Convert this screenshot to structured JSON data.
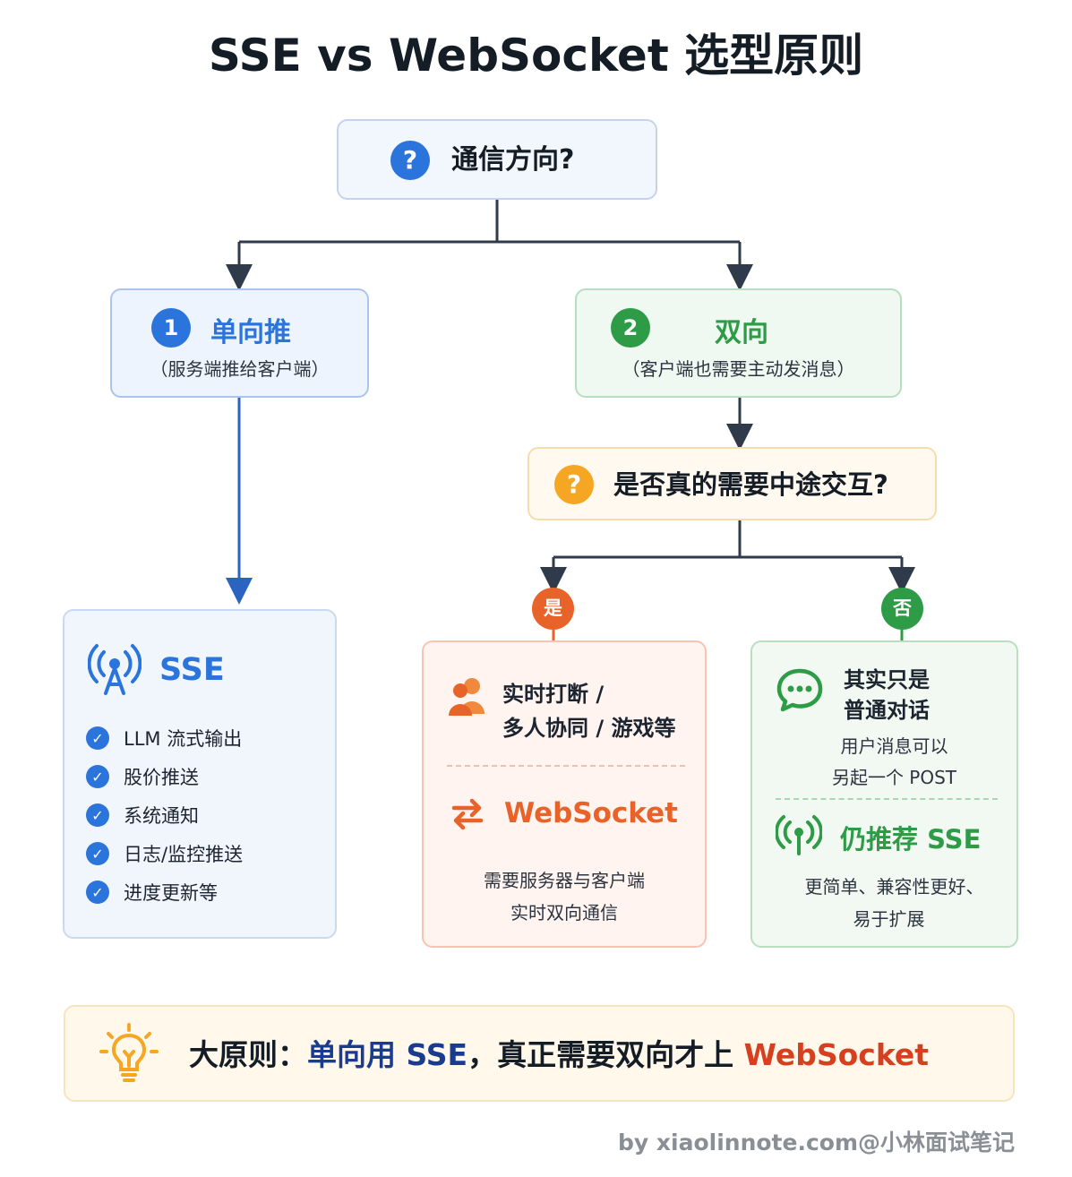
{
  "title": "SSE vs WebSocket 选型原则",
  "question1": {
    "icon": "question-icon",
    "label": "通信方向?"
  },
  "option1": {
    "number": "1",
    "label": "单向推",
    "desc": "（服务端推给客户端）"
  },
  "option2": {
    "number": "2",
    "label": "双向",
    "desc": "（客户端也需要主动发消息）"
  },
  "question2": {
    "icon": "question-icon",
    "label": "是否真的需要中途交互?"
  },
  "branch_yes": "是",
  "branch_no": "否",
  "sse_card": {
    "icon": "antenna-icon",
    "title": "SSE",
    "items": [
      "LLM 流式输出",
      "股价推送",
      "系统通知",
      "日志/监控推送",
      "进度更新等"
    ]
  },
  "ws_card": {
    "scenario_icon": "users-icon",
    "scenario_line1": "实时打断 /",
    "scenario_line2": "多人协同 / 游戏等",
    "result_icon": "swap-arrows-icon",
    "result_title": "WebSocket",
    "desc_line1": "需要服务器与客户端",
    "desc_line2": "实时双向通信"
  },
  "no_card": {
    "scenario_icon": "chat-bubble-icon",
    "scenario_line1": "其实只是",
    "scenario_line2": "普通对话",
    "note_line1": "用户消息可以",
    "note_line2": "另起一个 POST",
    "result_icon": "antenna-icon",
    "result_title": "仍推荐 SSE",
    "desc_line1": "更简单、兼容性更好、",
    "desc_line2": "易于扩展"
  },
  "summary": {
    "icon": "lightbulb-icon",
    "prefix": "大原则：",
    "part1": "单向用 SSE",
    "sep": "，真正需要双向才上 ",
    "part2": "WebSocket"
  },
  "credit": "by xiaolinnote.com@小林面试笔记",
  "colors": {
    "blue": "#2a74dc",
    "green": "#2e9b47",
    "orange": "#e8632a",
    "amber": "#f5a623",
    "navy": "#1a3c8f",
    "red": "#d6401f"
  }
}
